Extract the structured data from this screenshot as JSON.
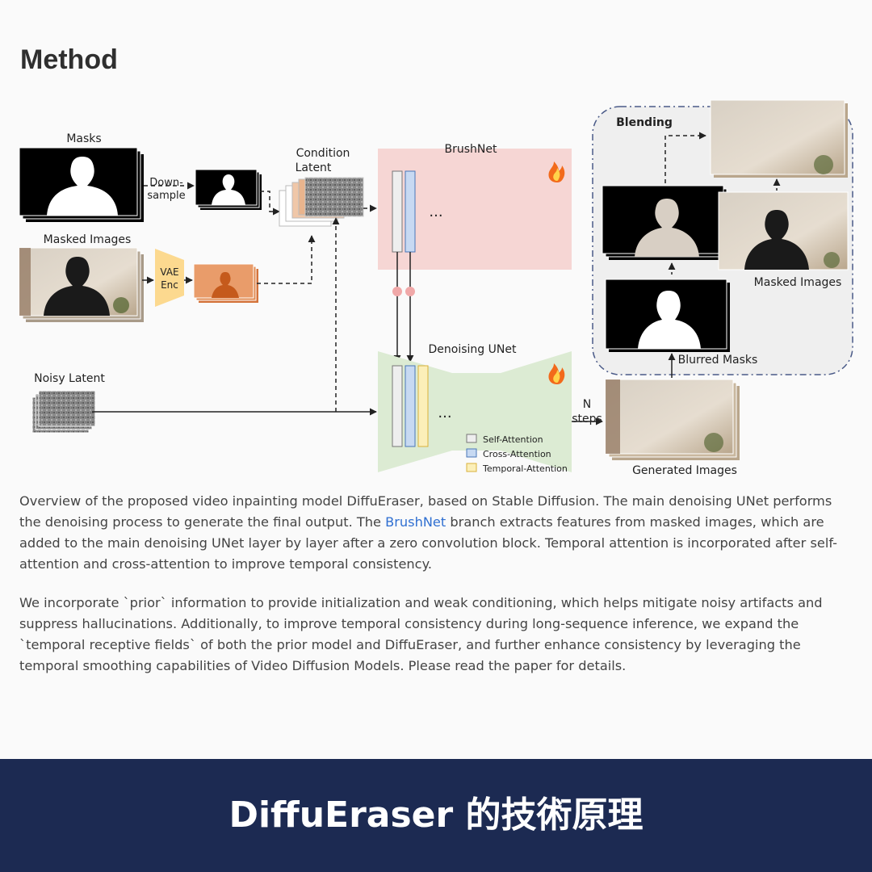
{
  "section": {
    "title": "Method"
  },
  "figure": {
    "masks_label": "Masks",
    "downsample_line1": "Down-",
    "downsample_line2": "sample",
    "masked_images_label": "Masked Images",
    "vae_line1": "VAE",
    "vae_line2": "Enc",
    "condition_line1": "Condition",
    "condition_line2": "Latent",
    "brushnet_label": "BrushNet",
    "denoising_label": "Denoising UNet",
    "noisy_latent_label": "Noisy Latent",
    "n_steps_line1": "N",
    "n_steps_line2": "steps",
    "generated_label": "Generated Images",
    "blending_label": "Blending",
    "blend_masked_label": "Masked Images",
    "blurred_masks_label": "Blurred Masks",
    "ellipsis_brushnet": "...",
    "ellipsis_unet": "...",
    "legend": {
      "self_attention": "Self-Attention",
      "cross_attention": "Cross-Attention",
      "temporal_attention": "Temporal-Attention"
    },
    "fire_icon": "fire-icon",
    "colors": {
      "brushnet_bg": "#f6d6d4",
      "unet_bg": "#dcebd3",
      "self_attention": "#eeeeee",
      "cross_attention": "#c7d9f2",
      "temporal_attention": "#fbefb9",
      "vae": "#fcd98f"
    }
  },
  "description": {
    "para1_text1": "Overview of the proposed video inpainting model DiffuEraser, based on Stable Diffusion. The main denoising UNet performs the denoising process to generate the final output. The ",
    "para1_link": "BrushNet",
    "para1_text2": " branch extracts features from masked images, which are added to the main denoising UNet layer by layer after a zero convolution block. Temporal attention is incorporated after self-attention and cross-attention to improve temporal consistency.",
    "para2": "We incorporate `prior` information to provide initialization and weak conditioning, which helps mitigate noisy artifacts and suppress hallucinations. Additionally, to improve temporal consistency during long-sequence inference, we expand the `temporal receptive fields` of both the prior model and DiffuEraser, and further enhance consistency by leveraging the temporal smoothing capabilities of Video Diffusion Models. Please read the paper for details."
  },
  "banner": {
    "title": "DiffuEraser 的技術原理"
  }
}
